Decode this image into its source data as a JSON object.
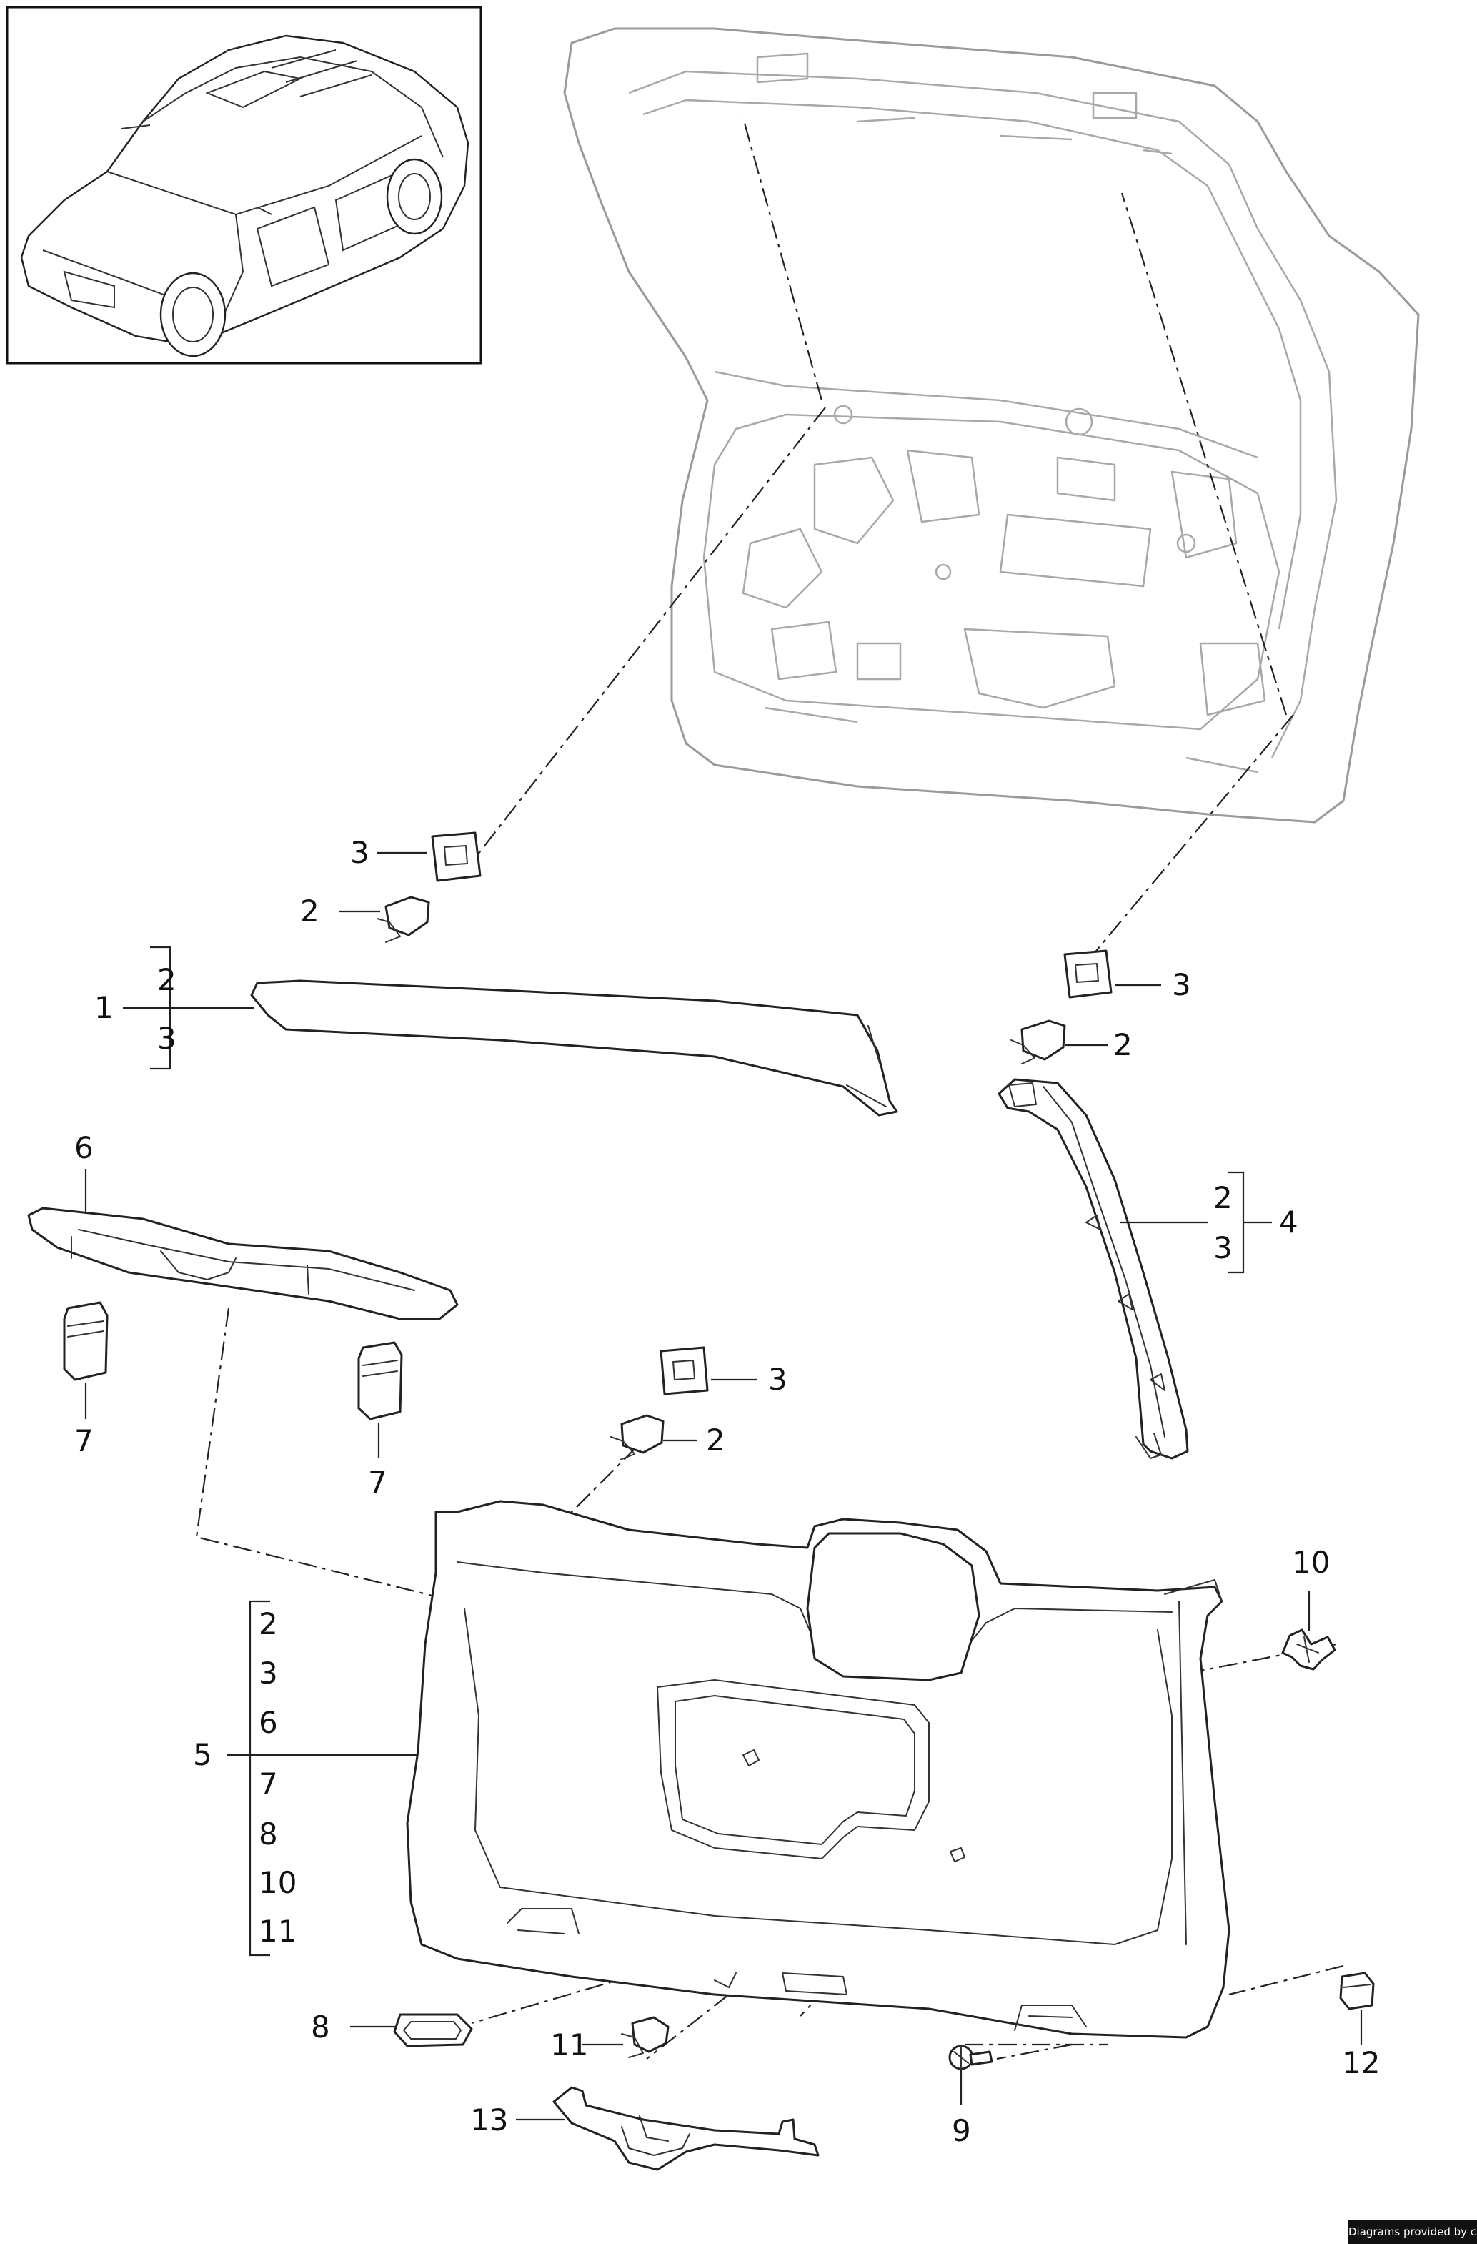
{
  "labels": {
    "callout_1": "1",
    "callout_2_a": "2",
    "callout_3_a": "3",
    "callout_2_b": "2",
    "callout_3_b": "3",
    "callout_2_c": "2",
    "callout_3_c": "3",
    "callout_2_d": "2",
    "callout_3_d": "3",
    "callout_4": "4",
    "callout_5": "5",
    "callout_6": "6",
    "callout_7_a": "7",
    "callout_7_b": "7",
    "callout_8": "8",
    "callout_9": "9",
    "callout_10": "10",
    "callout_11": "11",
    "callout_12": "12",
    "callout_13": "13"
  },
  "groups": {
    "part_1": [
      "2",
      "3"
    ],
    "part_4": [
      "2",
      "3"
    ],
    "part_5_upper": [
      "2",
      "3",
      "6"
    ],
    "part_5_lower": [
      "7",
      "8",
      "10",
      "11"
    ]
  },
  "credit": "Diagrams provided by catalogs parts"
}
